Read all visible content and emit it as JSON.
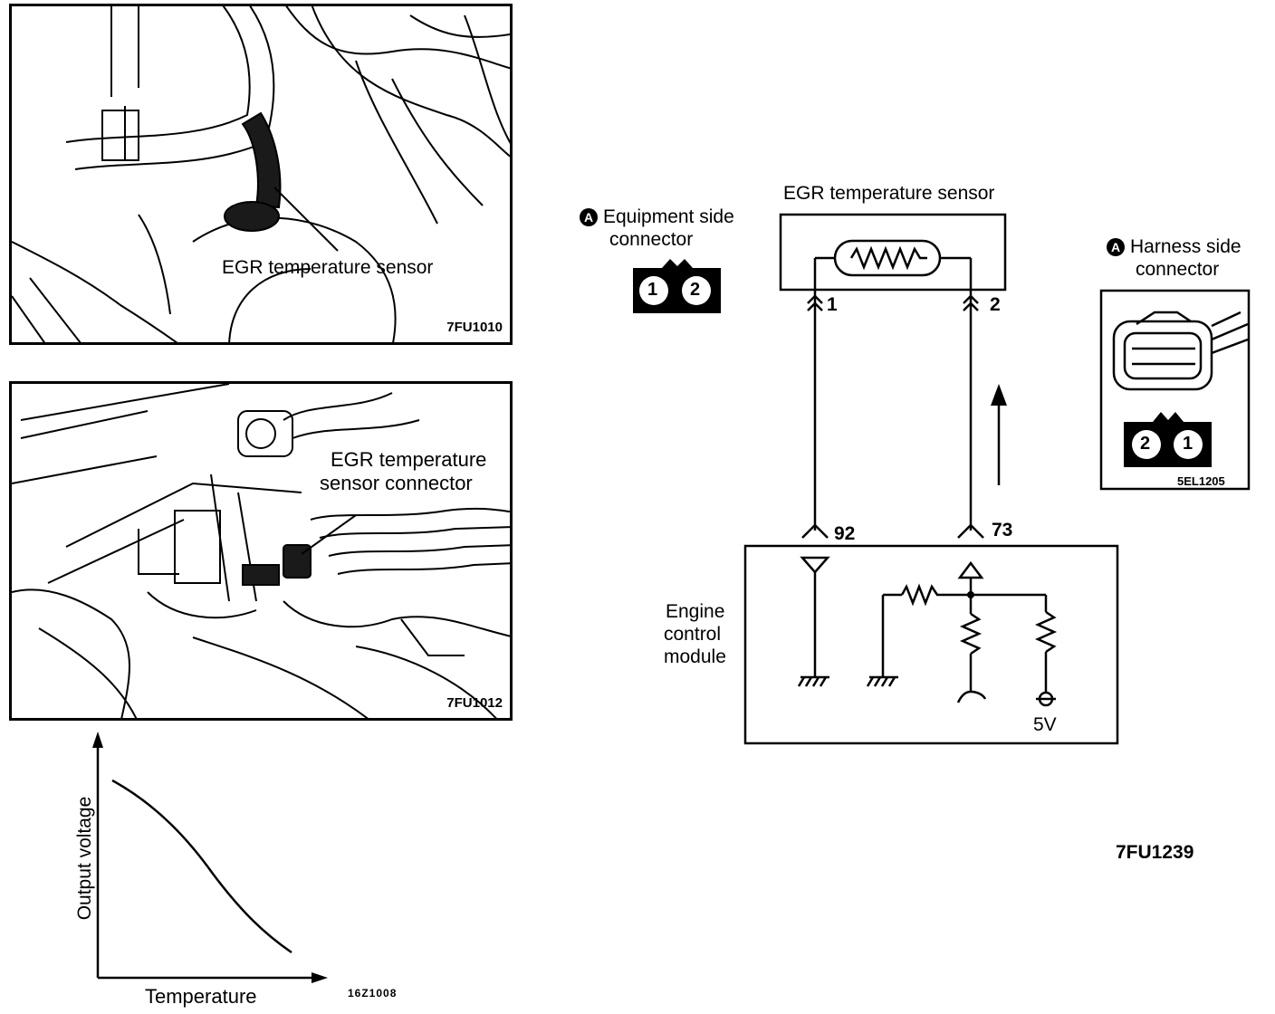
{
  "photo1": {
    "label": "EGR temperature sensor",
    "code": "7FU1010"
  },
  "photo2": {
    "label_line1": "EGR temperature",
    "label_line2": "sensor connector",
    "code": "7FU1012"
  },
  "graph": {
    "ylabel": "Output voltage",
    "xlabel": "Temperature",
    "code": "16Z1008"
  },
  "schematic": {
    "sensor_title": "EGR temperature sensor",
    "equipment_connector_line1": "Equipment side",
    "equipment_connector_line2": "connector",
    "harness_connector_line1": "Harness side",
    "harness_connector_line2": "connector",
    "connector_marker": "A",
    "equipment_pins": [
      "1",
      "2"
    ],
    "harness_pins": [
      "2",
      "1"
    ],
    "sensor_pin_left": "1",
    "sensor_pin_right": "2",
    "ecm_pin_left": "92",
    "ecm_pin_right": "73",
    "ecm_line1": "Engine",
    "ecm_line2": "control",
    "ecm_line3": "module",
    "supply": "5V",
    "harness_code": "5EL1205",
    "figure_code": "7FU1239"
  }
}
